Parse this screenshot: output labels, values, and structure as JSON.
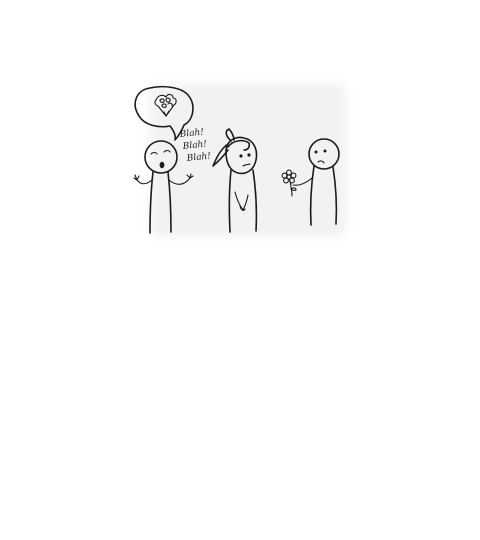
{
  "speech": {
    "line1": "Blah!",
    "line2": "Blah!",
    "line3": "Blah!"
  },
  "colors": {
    "ink": "#1c1c1c",
    "background": "#ffffff"
  }
}
